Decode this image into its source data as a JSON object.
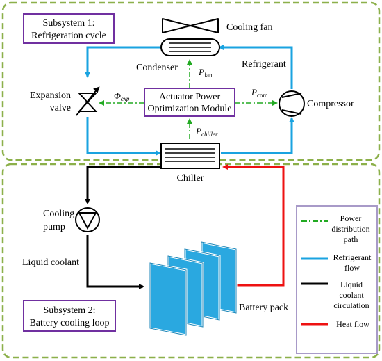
{
  "subsystem1": {
    "line1": "Subsystem 1:",
    "line2": "Refrigeration cycle"
  },
  "subsystem2": {
    "line1": "Subsystem 2:",
    "line2": "Battery cooling loop"
  },
  "components": {
    "cooling_fan": "Cooling fan",
    "condenser": "Condenser",
    "refrigerant": "Refrigerant",
    "expansion_valve_line1": "Expansion",
    "expansion_valve_line2": "valve",
    "compressor": "Compressor",
    "chiller": "Chiller",
    "cooling_pump_line1": "Cooling",
    "cooling_pump_line2": "pump",
    "liquid_coolant": "Liquid coolant",
    "battery_pack": "Battery pack"
  },
  "module": {
    "line1": "Actuator Power",
    "line2": "Optimization Module"
  },
  "signals": {
    "phi_main": "Φ",
    "phi_sub": "exp",
    "pfan_main": "P",
    "pfan_sub": "fan",
    "pcom_main": "P",
    "pcom_sub": "com",
    "pchiller_main": "P",
    "pchiller_sub": "chiller"
  },
  "legend": {
    "power_line1": "Power",
    "power_line2": "distribution",
    "power_line3": "path",
    "refrigerant_line1": "Refrigerant",
    "refrigerant_line2": "flow",
    "liquid_line1": "Liquid",
    "liquid_line2": "coolant",
    "liquid_line3": "circulation",
    "heat": "Heat flow"
  },
  "colors": {
    "refrigerant": "#1aa3e0",
    "coolant": "#000000",
    "heat": "#ee1111",
    "power": "#22aa22",
    "box_border": "#7030a0",
    "dashed_frame": "#8cb04a",
    "battery_cell": "#2aa8e0"
  }
}
